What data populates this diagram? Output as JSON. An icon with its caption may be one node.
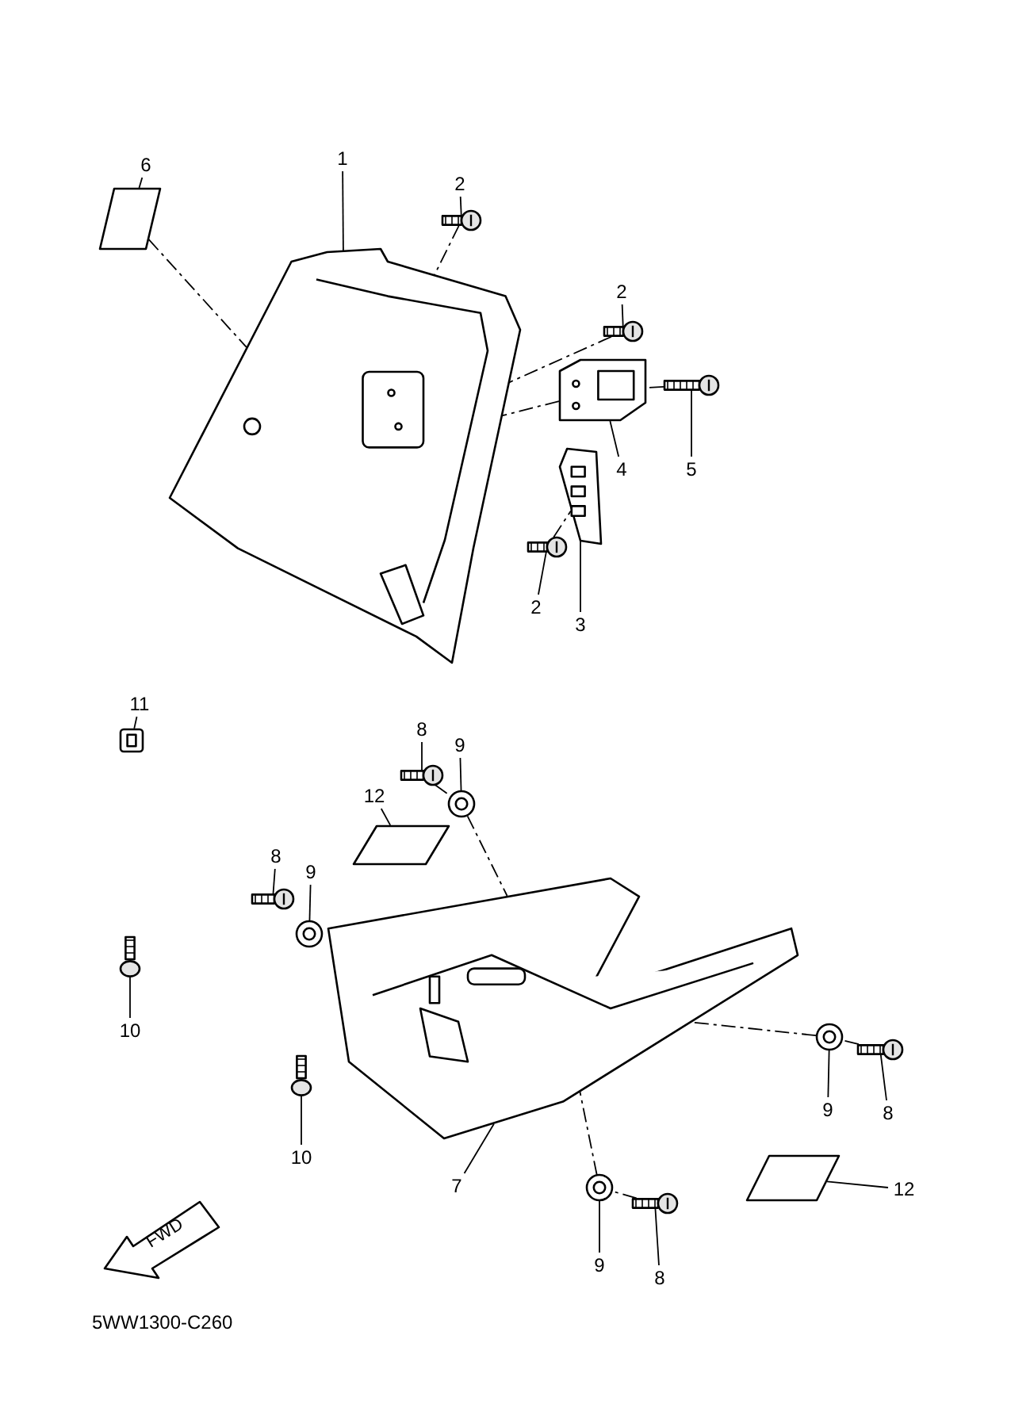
{
  "diagram": {
    "nodes": [
      {
        "text": [
          "6"
        ]
      },
      {
        "text": [],
        "shape": "picture"
      },
      {
        "text": [
          "1"
        ]
      },
      {
        "text": [],
        "shape": "picture"
      },
      {
        "text": [
          "2"
        ]
      },
      {
        "text": [],
        "shape": "picture"
      },
      {
        "text": [
          "2"
        ]
      },
      {
        "text": [],
        "shape": "picture"
      },
      {
        "text": [
          "4"
        ]
      },
      {
        "text": [],
        "shape": "picture"
      },
      {
        "text": [
          "5"
        ]
      },
      {
        "text": [],
        "shape": "picture"
      },
      {
        "text": [
          "2"
        ]
      },
      {
        "text": [],
        "shape": "picture"
      },
      {
        "text": [
          "3"
        ]
      },
      {
        "text": [],
        "shape": "picture"
      },
      {
        "text": [
          "11"
        ]
      },
      {
        "text": [],
        "shape": "picture"
      },
      {
        "text": [
          "8"
        ]
      },
      {
        "text": [],
        "shape": "picture"
      },
      {
        "text": [
          "9"
        ]
      },
      {
        "text": [],
        "shape": "picture"
      },
      {
        "text": [
          "12"
        ]
      },
      {
        "text": [],
        "shape": "picture"
      },
      {
        "text": [
          "8"
        ]
      },
      {
        "text": [],
        "shape": "picture"
      },
      {
        "text": [
          "9"
        ]
      },
      {
        "text": [],
        "shape": "picture"
      },
      {
        "text": [
          "10"
        ]
      },
      {
        "text": [],
        "shape": "picture"
      },
      {
        "text": [
          "10"
        ]
      },
      {
        "text": [],
        "shape": "picture"
      },
      {
        "text": [
          "7"
        ]
      },
      {
        "text": [],
        "shape": "picture"
      },
      {
        "text": [
          "9"
        ]
      },
      {
        "text": [],
        "shape": "picture"
      },
      {
        "text": [
          "8"
        ]
      },
      {
        "text": [],
        "shape": "picture"
      },
      {
        "text": [
          "12"
        ]
      },
      {
        "text": [],
        "shape": "picture"
      },
      {
        "text": [
          "9"
        ]
      },
      {
        "text": [],
        "shape": "picture"
      },
      {
        "text": [
          "8"
        ]
      },
      {
        "text": [],
        "shape": "picture"
      }
    ],
    "edges": [
      {
        "from": 0,
        "to": 1,
        "arrow": "none"
      },
      {
        "from": 2,
        "to": 3,
        "arrow": "none"
      },
      {
        "from": 4,
        "to": 5,
        "arrow": "none"
      },
      {
        "from": 6,
        "to": 7,
        "arrow": "none"
      },
      {
        "from": 8,
        "to": 9,
        "arrow": "none"
      },
      {
        "from": 10,
        "to": 11,
        "arrow": "none"
      },
      {
        "from": 12,
        "to": 13,
        "arrow": "none"
      },
      {
        "from": 14,
        "to": 15,
        "arrow": "none"
      },
      {
        "from": 16,
        "to": 17,
        "arrow": "none"
      },
      {
        "from": 18,
        "to": 19,
        "arrow": "none"
      },
      {
        "from": 20,
        "to": 21,
        "arrow": "none"
      },
      {
        "from": 22,
        "to": 23,
        "arrow": "none"
      },
      {
        "from": 24,
        "to": 25,
        "arrow": "none"
      },
      {
        "from": 26,
        "to": 27,
        "arrow": "none"
      },
      {
        "from": 28,
        "to": 29,
        "arrow": "none"
      },
      {
        "from": 30,
        "to": 31,
        "arrow": "none"
      },
      {
        "from": 32,
        "to": 33,
        "arrow": "none"
      },
      {
        "from": 34,
        "to": 35,
        "arrow": "none"
      },
      {
        "from": 36,
        "to": 37,
        "arrow": "none"
      },
      {
        "from": 38,
        "to": 39,
        "arrow": "none"
      },
      {
        "from": 40,
        "to": 41,
        "arrow": "none"
      },
      {
        "from": 42,
        "to": 43,
        "arrow": "none"
      },
      {
        "from": 1,
        "to": 3,
        "arrow": "none",
        "style": "dashed"
      },
      {
        "from": 5,
        "to": 3,
        "arrow": "none",
        "style": "dashed"
      },
      {
        "from": 7,
        "to": 3,
        "arrow": "none",
        "style": "dashed"
      },
      {
        "from": 9,
        "to": 3,
        "arrow": "none",
        "style": "dashed"
      },
      {
        "from": 11,
        "to": 9,
        "arrow": "none",
        "style": "dashed"
      },
      {
        "from": 13,
        "to": 15,
        "arrow": "none",
        "style": "dashed"
      },
      {
        "from": 19,
        "to": 21,
        "arrow": "none",
        "style": "dashed"
      },
      {
        "from": 21,
        "to": 33,
        "arrow": "none",
        "style": "dashed"
      },
      {
        "from": 37,
        "to": 35,
        "arrow": "none",
        "style": "dashed"
      },
      {
        "from": 35,
        "to": 33,
        "arrow": "none",
        "style": "dashed"
      },
      {
        "from": 43,
        "to": 41,
        "arrow": "none",
        "style": "dashed"
      },
      {
        "from": 41,
        "to": 33,
        "arrow": "none",
        "style": "dashed"
      }
    ],
    "labels": [
      "FWD",
      "5WW1300-C260"
    ]
  }
}
